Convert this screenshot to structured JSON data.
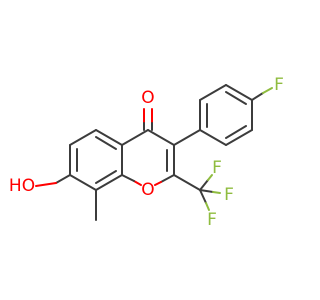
{
  "molecule": {
    "atom_labels": {
      "carbonyl_oxygen": "O",
      "ring_oxygen": "O",
      "hydroxyl": "HO",
      "aryl_fluorine": "F",
      "cf3_fluorine_top": "F",
      "cf3_fluorine_right": "F",
      "cf3_fluorine_bottom": "F"
    }
  },
  "colors": {
    "bond": "#3c3c3c",
    "oxygen": "#ff0000",
    "fluorine": "#8fbc3f"
  }
}
